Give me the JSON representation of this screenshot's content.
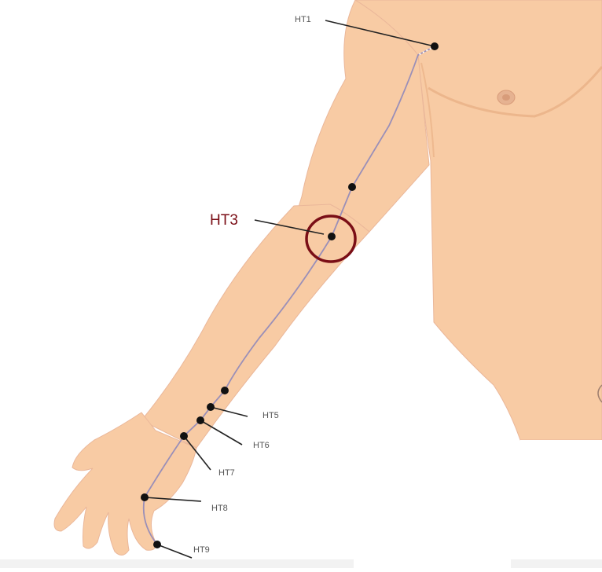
{
  "figure": {
    "title": "",
    "colors": {
      "skin": "#f8cba4",
      "skin_shadow": "#efb58a",
      "meridian": "#9a8fb8",
      "point": "#111111",
      "leader": "#222222",
      "label": "#555555",
      "highlight": "#7a0e16"
    }
  },
  "points": [
    {
      "id": "ht1",
      "label": "HT1",
      "highlighted": false
    },
    {
      "id": "ht2",
      "label": "",
      "highlighted": false
    },
    {
      "id": "ht3",
      "label": "HT3",
      "highlighted": true
    },
    {
      "id": "ht4",
      "label": "",
      "highlighted": false
    },
    {
      "id": "ht5",
      "label": "HT5",
      "highlighted": false
    },
    {
      "id": "ht6",
      "label": "HT6",
      "highlighted": false
    },
    {
      "id": "ht7",
      "label": "HT7",
      "highlighted": false
    },
    {
      "id": "ht8",
      "label": "HT8",
      "highlighted": false
    },
    {
      "id": "ht9",
      "label": "HT9",
      "highlighted": false
    }
  ]
}
